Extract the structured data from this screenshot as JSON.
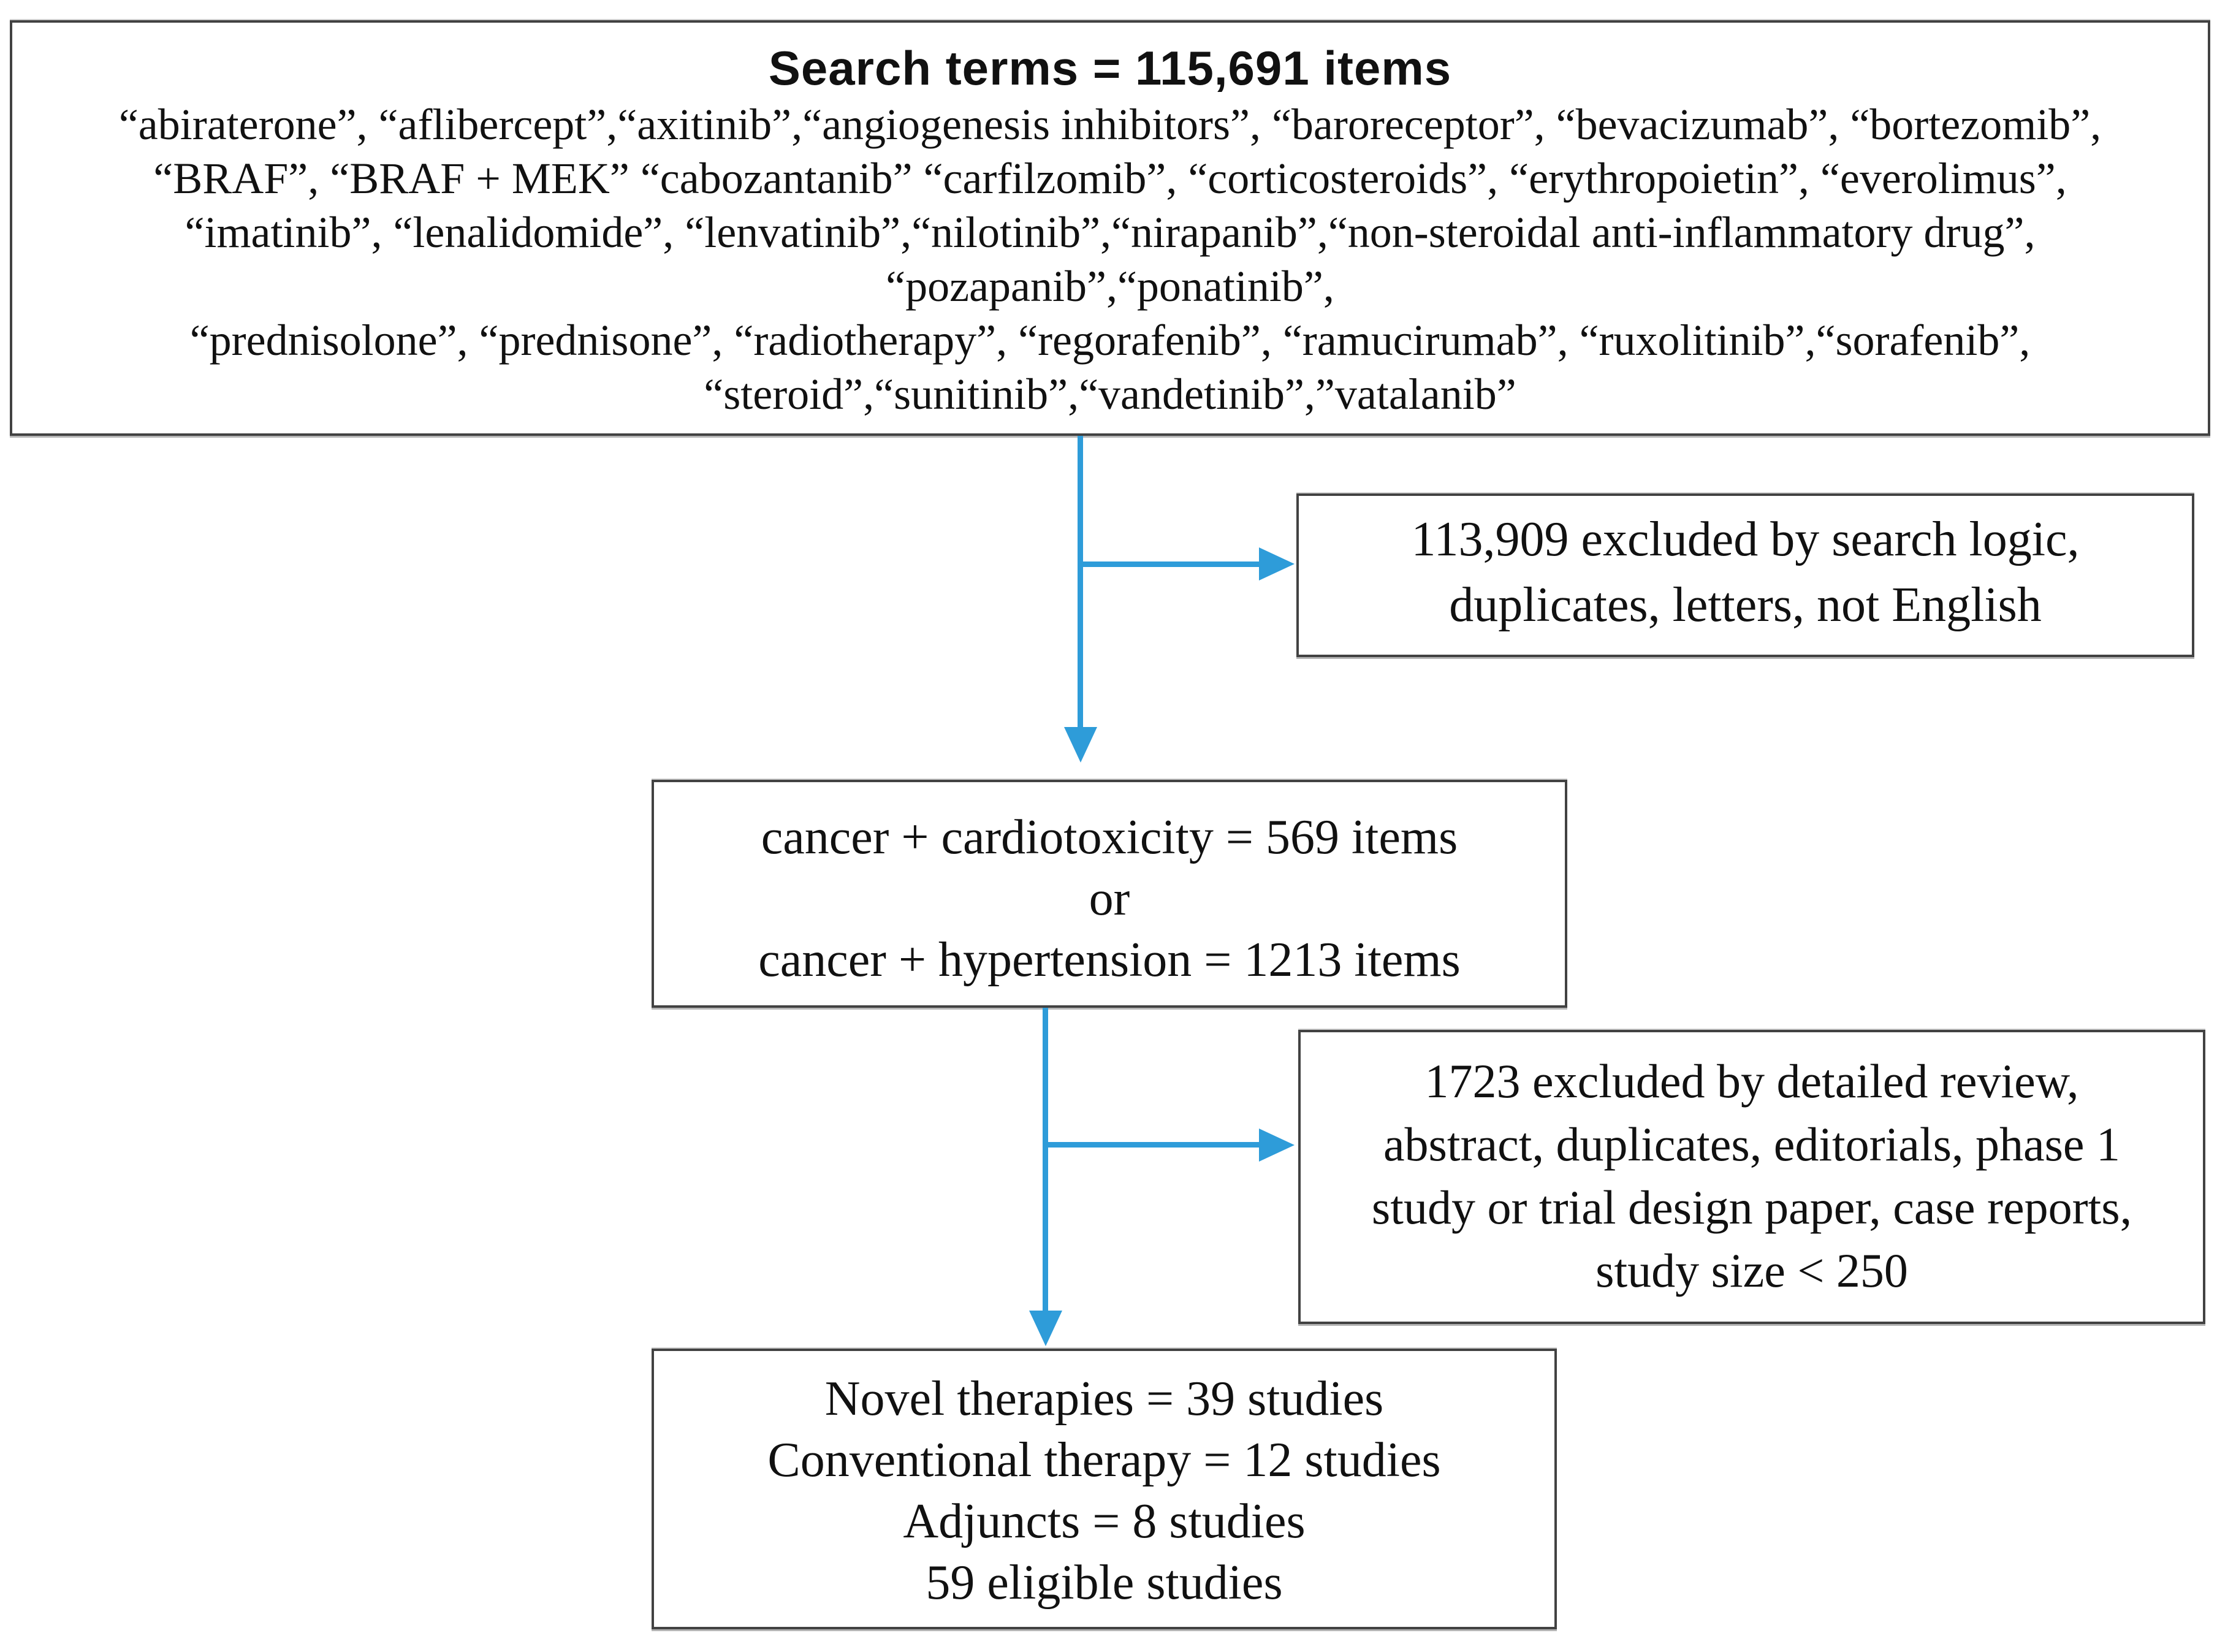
{
  "colors": {
    "arrow": "#2E9CD9",
    "border": "#424242",
    "text": "#111111",
    "background": "#FFFFFF"
  },
  "boxes": {
    "search": {
      "heading": "Search terms = 115,691 items",
      "lines": [
        "“abiraterone”, “aflibercept”,“axitinib”,“angiogenesis inhibitors”, “baroreceptor”, “bevacizumab”, “bortezomib”,",
        "“BRAF”, “BRAF + MEK” “cabozantanib” “carfilzomib”, “corticosteroids”, “erythropoietin”, “everolimus”,",
        "“imatinib”, “lenalidomide”, “lenvatinib”,“nilotinib”,“nirapanib”,“non-steroidal anti-inflammatory drug”,",
        "“pozapanib”,“ponatinib”,",
        "“prednisolone”, “prednisone”, “radiotherapy”, “regorafenib”, “ramucirumab”, “ruxolitinib”,“sorafenib”,",
        "“steroid”,“sunitinib”,“vandetinib”,”vatalanib”"
      ]
    },
    "excluded_search_logic": {
      "lines": [
        "113,909 excluded by search logic,",
        "duplicates, letters, not English"
      ]
    },
    "combined_search": {
      "lines": [
        "cancer + cardiotoxicity = 569 items",
        "or",
        "cancer + hypertension = 1213 items"
      ]
    },
    "excluded_detailed_review": {
      "lines": [
        "1723 excluded by detailed review,",
        "abstract, duplicates, editorials, phase 1",
        "study or trial design paper, case reports,",
        "study size < 250"
      ]
    },
    "eligible_studies": {
      "lines": [
        "Novel therapies = 39 studies",
        "Conventional therapy = 12 studies",
        "Adjuncts = 8 studies",
        "59 eligible studies"
      ]
    }
  }
}
